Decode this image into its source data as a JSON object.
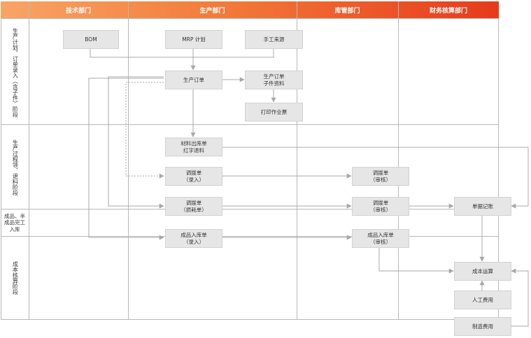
{
  "departments": [
    "技术部门",
    "生产部门",
    "库管部门",
    "财务核算部门"
  ],
  "stages": [
    "生产计划、订单录入（含子件）阶段",
    "生产过程领、退料阶段",
    "成品、半成品完工入库",
    "成本核算阶段"
  ],
  "nodes": {
    "bom": [
      "BOM"
    ],
    "mrp": [
      "MRP 计划"
    ],
    "manual_source": [
      "手工来源"
    ],
    "prod_order": [
      "生产订单"
    ],
    "prod_order_sub": [
      "生产订单",
      "子件资料"
    ],
    "print_job": [
      "打印作业票"
    ],
    "material_out": [
      "材料出库单",
      "红字退料"
    ],
    "transfer_entry": [
      "调拨单",
      "（录入）"
    ],
    "transfer_audit": [
      "调拨单",
      "（审核）"
    ],
    "transfer_scrap": [
      "调拨单",
      "（损耗单）"
    ],
    "transfer_audit2": [
      "调拨单",
      "（审核）"
    ],
    "doc_post": [
      "单据记账"
    ],
    "fg_in_entry": [
      "成品入库单",
      "（录入）"
    ],
    "fg_in_audit": [
      "成品入库单",
      "（审核）"
    ],
    "cost_calc": [
      "成本运算"
    ],
    "labor_cost": [
      "人工费用"
    ],
    "mfg_cost": [
      "制造费用"
    ]
  },
  "colors": {
    "header_from": "#f6a15c",
    "header_to": "#e8311b",
    "grid": "#b8b8b8",
    "box_fill": "#e6e6e6",
    "arrow": "#a8a8a8"
  }
}
